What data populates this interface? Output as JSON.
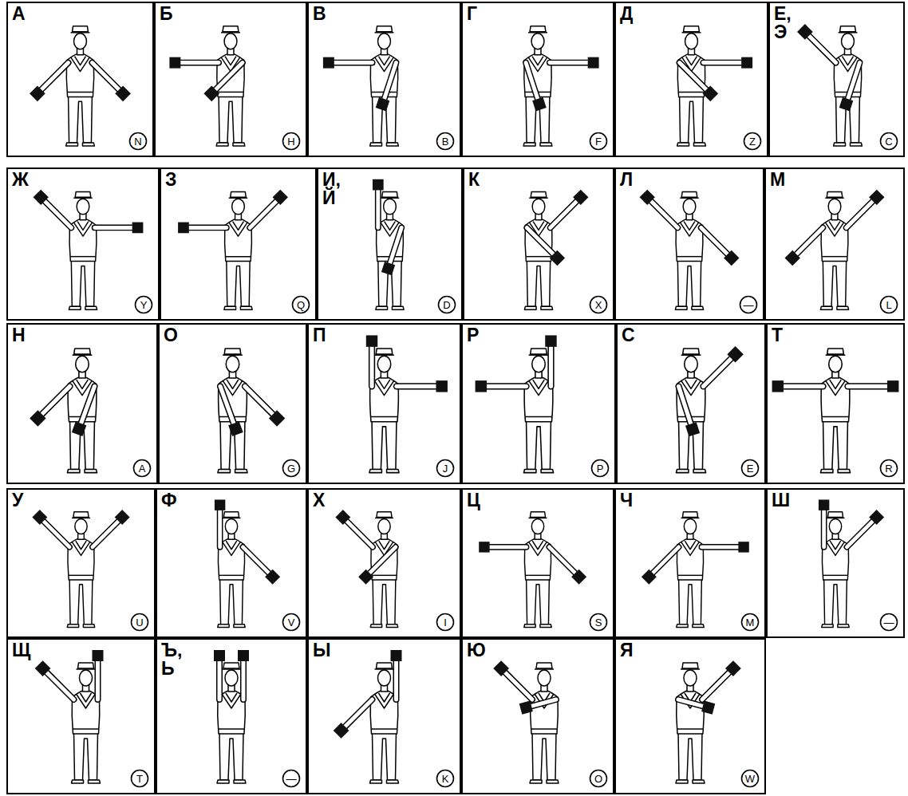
{
  "diagram": {
    "nodes": [
      {
        "text": [
          "А"
        ]
      },
      {
        "text": [
          "N"
        ],
        "in": 0
      },
      {
        "text": [
          "Б"
        ]
      },
      {
        "text": [
          "H"
        ],
        "in": 2
      },
      {
        "text": [
          "В"
        ]
      },
      {
        "text": [
          "B"
        ],
        "in": 4
      },
      {
        "text": [
          "Г"
        ]
      },
      {
        "text": [
          "F"
        ],
        "in": 6
      },
      {
        "text": [
          "Д"
        ]
      },
      {
        "text": [
          "Z"
        ],
        "in": 8
      },
      {
        "text": [
          "Е, Э"
        ]
      },
      {
        "text": [
          "C"
        ],
        "in": 10
      },
      {
        "text": [
          "Ж"
        ]
      },
      {
        "text": [
          "Y"
        ],
        "in": 12
      },
      {
        "text": [
          "З"
        ]
      },
      {
        "text": [
          "Q"
        ],
        "in": 14
      },
      {
        "text": [
          "И, Й"
        ]
      },
      {
        "text": [
          "D"
        ],
        "in": 16
      },
      {
        "text": [
          "К"
        ]
      },
      {
        "text": [
          "X"
        ],
        "in": 18
      },
      {
        "text": [
          "Л"
        ]
      },
      {
        "text": [
          "—"
        ],
        "in": 20
      },
      {
        "text": [
          "М"
        ]
      },
      {
        "text": [
          "L"
        ],
        "in": 22
      },
      {
        "text": [
          "Н"
        ]
      },
      {
        "text": [
          "A"
        ],
        "in": 24
      },
      {
        "text": [
          "О"
        ]
      },
      {
        "text": [
          "G"
        ],
        "in": 26
      },
      {
        "text": [
          "П"
        ]
      },
      {
        "text": [
          "J"
        ],
        "in": 28
      },
      {
        "text": [
          "Р"
        ]
      },
      {
        "text": [
          "P"
        ],
        "in": 30
      },
      {
        "text": [
          "С"
        ]
      },
      {
        "text": [
          "E"
        ],
        "in": 32
      },
      {
        "text": [
          "Т"
        ]
      },
      {
        "text": [
          "R"
        ],
        "in": 34
      },
      {
        "text": [
          "У"
        ]
      },
      {
        "text": [
          "U"
        ],
        "in": 36
      },
      {
        "text": [
          "Ф"
        ]
      },
      {
        "text": [
          "V"
        ],
        "in": 38
      },
      {
        "text": [
          "Х"
        ]
      },
      {
        "text": [
          "I"
        ],
        "in": 40
      },
      {
        "text": [
          "Ц"
        ]
      },
      {
        "text": [
          "S"
        ],
        "in": 42
      },
      {
        "text": [
          "Ч"
        ]
      },
      {
        "text": [
          "M"
        ],
        "in": 44
      },
      {
        "text": [
          "Ш"
        ]
      },
      {
        "text": [
          "—"
        ],
        "in": 46
      },
      {
        "text": [
          "Щ"
        ]
      },
      {
        "text": [
          "T"
        ],
        "in": 48
      },
      {
        "text": [
          "Ъ, Ь"
        ]
      },
      {
        "text": [
          "—"
        ],
        "in": 50
      },
      {
        "text": [
          "Ы"
        ]
      },
      {
        "text": [
          "K"
        ],
        "in": 52
      },
      {
        "text": [
          "Ю"
        ]
      },
      {
        "text": [
          "O"
        ],
        "in": 54
      },
      {
        "text": [
          "Я"
        ]
      },
      {
        "text": [
          "W"
        ],
        "in": 56
      }
    ]
  }
}
